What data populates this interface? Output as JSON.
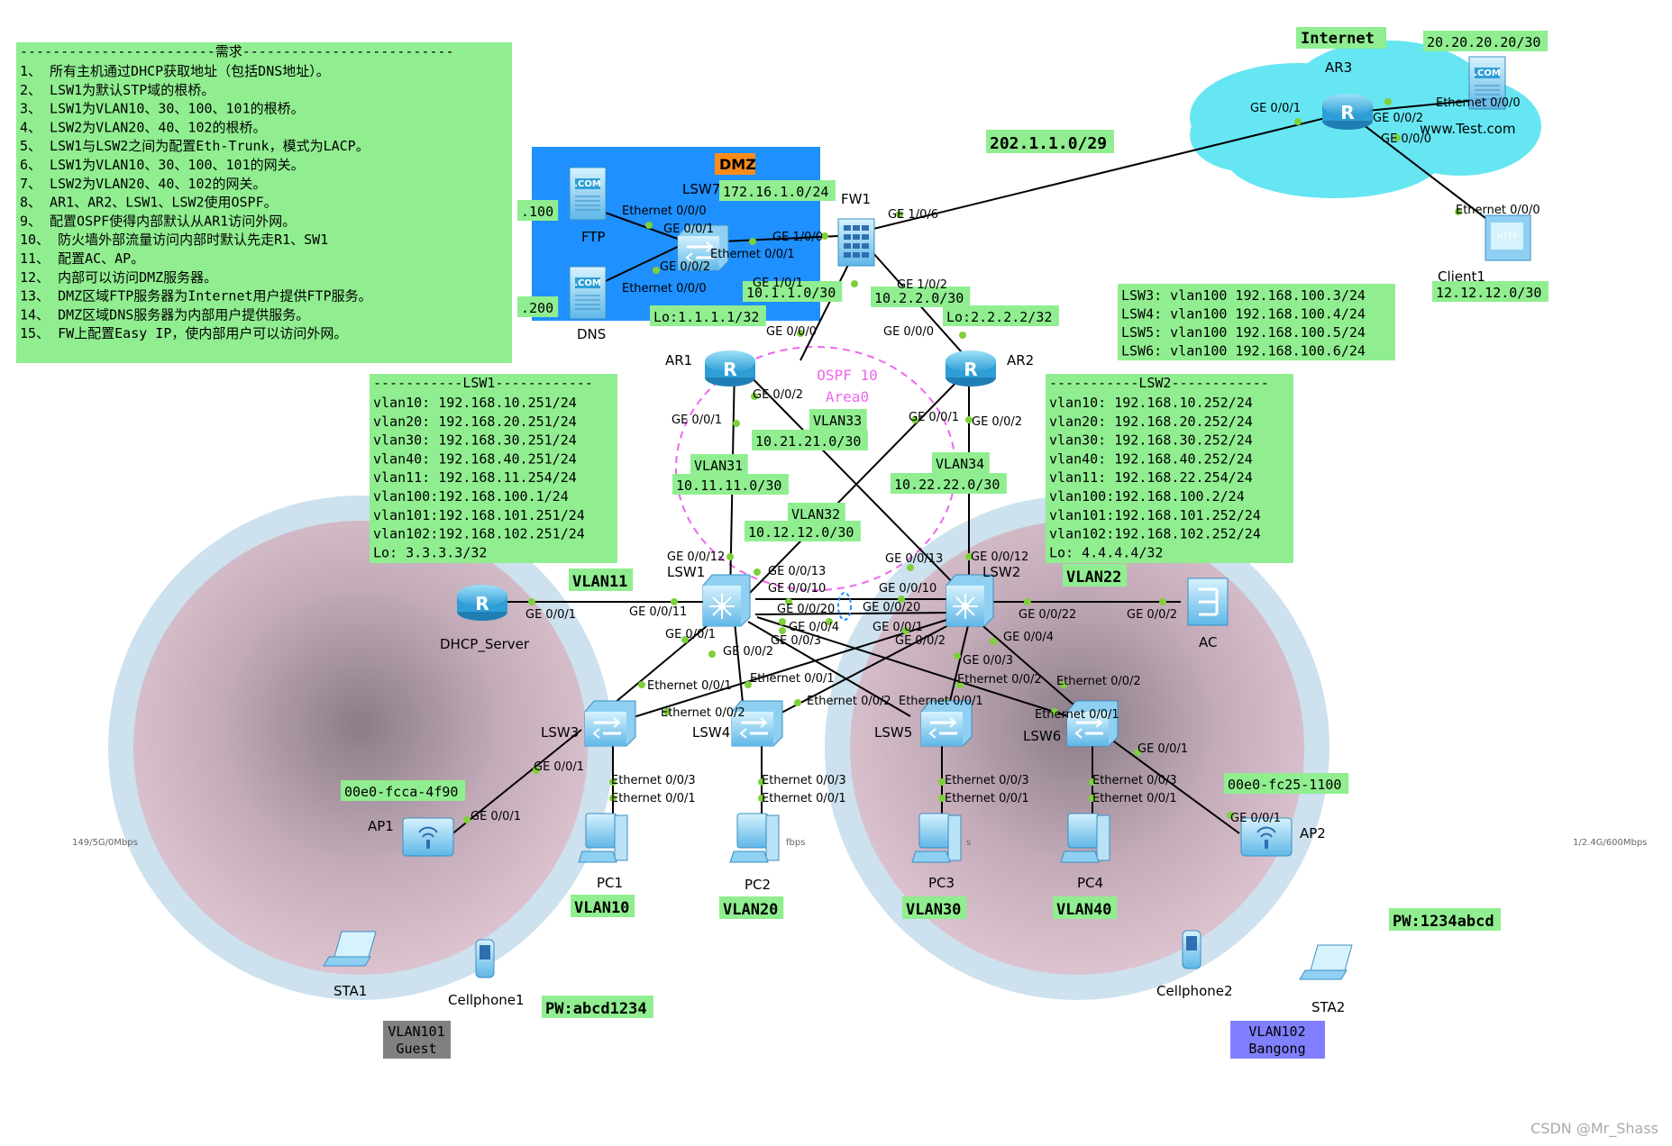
{
  "requirements": {
    "title": "------------------------需求--------------------------",
    "items": [
      "1、 所有主机通过DHCP获取地址（包括DNS地址）。",
      "2、 LSW1为默认STP域的根桥。",
      "3、 LSW1为VLAN10、30、100、101的根桥。",
      "4、 LSW2为VLAN20、40、102的根桥。",
      "5、 LSW1与LSW2之间为配置Eth-Trunk，模式为LACP。",
      "6、 LSW1为VLAN10、30、100、101的网关。",
      "7、 LSW2为VLAN20、40、102的网关。",
      "8、 AR1、AR2、LSW1、LSW2使用OSPF。",
      "9、 配置OSPF使得内部默认从AR1访问外网。",
      "10、 防火墙外部流量访问内部时默认先走R1、SW1",
      "11、 配置AC、AP。",
      "12、 内部可以访问DMZ服务器。",
      "13、 DMZ区域FTP服务器为Internet用户提供FTP服务。",
      "14、 DMZ区域DNS服务器为内部用户提供服务。",
      "15、 FW上配置Easy IP，使内部用户可以访问外网。"
    ]
  },
  "lsw1_box": {
    "title": "-----------LSW1------------",
    "lines": [
      "vlan10: 192.168.10.251/24",
      "vlan20: 192.168.20.251/24",
      "vlan30: 192.168.30.251/24",
      "vlan40: 192.168.40.251/24",
      "vlan11: 192.168.11.254/24",
      "vlan100:192.168.100.1/24",
      "vlan101:192.168.101.251/24",
      "vlan102:192.168.102.251/24",
      "Lo: 3.3.3.3/32"
    ]
  },
  "lsw2_box": {
    "title": "-----------LSW2------------",
    "lines": [
      "vlan10: 192.168.10.252/24",
      "vlan20: 192.168.20.252/24",
      "vlan30: 192.168.30.252/24",
      "vlan40: 192.168.40.252/24",
      "vlan11: 192.168.22.254/24",
      "vlan100:192.168.100.2/24",
      "vlan101:192.168.101.252/24",
      "vlan102:192.168.102.252/24",
      "Lo: 4.4.4.4/32"
    ]
  },
  "vlan100_box": {
    "lines": [
      "LSW3: vlan100 192.168.100.3/24",
      "LSW4: vlan100 192.168.100.4/24",
      "LSW5: vlan100 192.168.100.5/24",
      "LSW6: vlan100 192.168.100.6/24"
    ]
  },
  "dmz": {
    "label": "DMZ",
    "subnet": "172.16.1.0/24",
    "ftp_addr": ".100",
    "dns_addr": ".200"
  },
  "internet": {
    "label": "Internet",
    "subnet": "20.20.20.20/30",
    "client_subnet": "12.12.12.0/30",
    "www": "www.Test.com"
  },
  "ospf": {
    "process": "OSPF 10",
    "area": "Area0"
  },
  "devices": {
    "ar1": "AR1",
    "ar2": "AR2",
    "ar3": "AR3",
    "fw1": "FW1",
    "lsw1": "LSW1",
    "lsw2": "LSW2",
    "lsw3": "LSW3",
    "lsw4": "LSW4",
    "lsw5": "LSW5",
    "lsw6": "LSW6",
    "lsw7": "LSW7",
    "ftp": "FTP",
    "dns": "DNS",
    "dhcp": "DHCP_Server",
    "ac": "AC",
    "ap1": "AP1",
    "ap2": "AP2",
    "pc1": "PC1",
    "pc2": "PC2",
    "pc3": "PC3",
    "pc4": "PC4",
    "sta1": "STA1",
    "sta2": "STA2",
    "cellphone1": "Cellphone1",
    "cellphone2": "Cellphone2",
    "client1": "Client1"
  },
  "green_labels": {
    "wan": "202.1.1.0/29",
    "fw_ar1": "10.1.1.0/30",
    "fw_ar2": "10.2.2.0/30",
    "ar1_lo": "Lo:1.1.1.1/32",
    "ar2_lo": "Lo:2.2.2.2/32",
    "vlan33": "VLAN33",
    "vlan33_net": "10.21.21.0/30",
    "vlan31": "VLAN31",
    "vlan31_net": "10.11.11.0/30",
    "vlan34": "VLAN34",
    "vlan34_net": "10.22.22.0/30",
    "vlan32": "VLAN32",
    "vlan32_net": "10.12.12.0/30",
    "vlan11": "VLAN11",
    "vlan22": "VLAN22",
    "ap1_mac": "00e0-fcca-4f90",
    "ap2_mac": "00e0-fc25-1100",
    "vlan10": "VLAN10",
    "vlan20": "VLAN20",
    "vlan30": "VLAN30",
    "vlan40": "VLAN40",
    "pw1": "PW:abcd1234",
    "pw2": "PW:1234abcd"
  },
  "vlan101": {
    "line1": "VLAN101",
    "line2": "Guest"
  },
  "vlan102": {
    "line1": "VLAN102",
    "line2": "Bangong"
  },
  "ports": {
    "fw_dmz_eth000": "Ethernet 0/0/0",
    "lsw7_ge001": "GE 0/0/1",
    "lsw7_ge002": "GE 0/0/2",
    "dns_eth000": "Ethernet 0/0/0",
    "fw_ge100": "GE 1/0/0",
    "lsw7_eth001": "Ethernet 0/0/1",
    "fw_ge106": "GE 1/0/6",
    "ar3_ge001": "GE 0/0/1",
    "ar3_ge002": "GE 0/0/2",
    "com_eth000": "Ethernet 0/0/0",
    "ar3_ge000": "GE 0/0/0",
    "client_eth000": "Ethernet 0/0/0",
    "fw_ge101": "GE 1/0/1",
    "fw_ge102": "GE 1/0/2",
    "ar1_ge000": "GE 0/0/0",
    "ar2_ge000": "GE 0/0/0",
    "ar1_ge002": "GE 0/0/2",
    "ar1_ge001": "GE 0/0/1",
    "ar2_ge001": "GE 0/0/1",
    "ar2_ge002": "GE 0/0/2",
    "lsw1_ge0012": "GE 0/0/12",
    "lsw1_ge0013": "GE 0/0/13",
    "lsw1_ge0010": "GE 0/0/10",
    "lsw2_ge0013": "GE 0/0/13",
    "lsw2_ge0012": "GE 0/0/12",
    "lsw2_ge0010": "GE 0/0/10",
    "dhcp_ge001": "GE 0/0/1",
    "lsw1_ge0011": "GE 0/0/11",
    "lsw1_ge0020": "GE 0/0/20",
    "lsw2_ge0020": "GE 0/0/20",
    "lsw2_ge0022": "GE 0/0/22",
    "ac_ge002": "GE 0/0/2",
    "lsw1_ge004": "GE 0/0/4",
    "lsw2_ge001": "GE 0/0/1",
    "lsw1_ge003": "GE 0/0/3",
    "lsw2_ge002": "GE 0/0/2",
    "lsw1_ge001": "GE 0/0/1",
    "lsw1_ge002": "GE 0/0/2",
    "lsw2_ge003": "GE 0/0/3",
    "lsw2_ge004": "GE 0/0/4",
    "lsw3_eth001": "Ethernet 0/0/1",
    "lsw4_eth001": "Ethernet 0/0/1",
    "lsw3_eth002": "Ethernet 0/0/2",
    "lsw4_eth002": "Ethernet 0/0/2",
    "lsw5_eth001": "Ethernet 0/0/1",
    "lsw5_eth002": "Ethernet 0/0/2",
    "lsw6_eth002": "Ethernet 0/0/2",
    "lsw6_eth001": "Ethernet 0/0/1",
    "lsw3_ge001": "GE 0/0/1",
    "lsw3_eth003": "Ethernet 0/0/3",
    "pc1_eth001": "Ethernet 0/0/1",
    "ap1_ge001": "GE 0/0/1",
    "lsw4_eth003": "Ethernet 0/0/3",
    "pc2_eth001": "Ethernet 0/0/1",
    "lsw5_eth003": "Ethernet 0/0/3",
    "pc3_eth001": "Ethernet 0/0/1",
    "lsw6_eth003": "Ethernet 0/0/3",
    "pc4_eth001": "Ethernet 0/0/1",
    "lsw6_ge001": "GE 0/0/1",
    "ap2_ge001": "GE 0/0/1"
  },
  "misc": {
    "bw_left": "149/5G/0Mbps",
    "bw_right": "1/2.4G/600Mbps",
    "frag_pc2": "fbps",
    "frag_pc3": "s",
    "watermark": "CSDN @Mr_Shass"
  },
  "colors": {
    "green_box": "#90ee90",
    "dmz_blue": "#1e90ff",
    "cloud": "#5fe0ee",
    "ospf_ring": "#ee66ee",
    "link_dot": "#7fd03a",
    "wlan_ring": "#cde1ee",
    "wlan_fill": "#cdb0c0",
    "dmz_tag": "#ff8c1a",
    "guest_tag": "#808080",
    "bangong_tag": "#8080ff"
  }
}
